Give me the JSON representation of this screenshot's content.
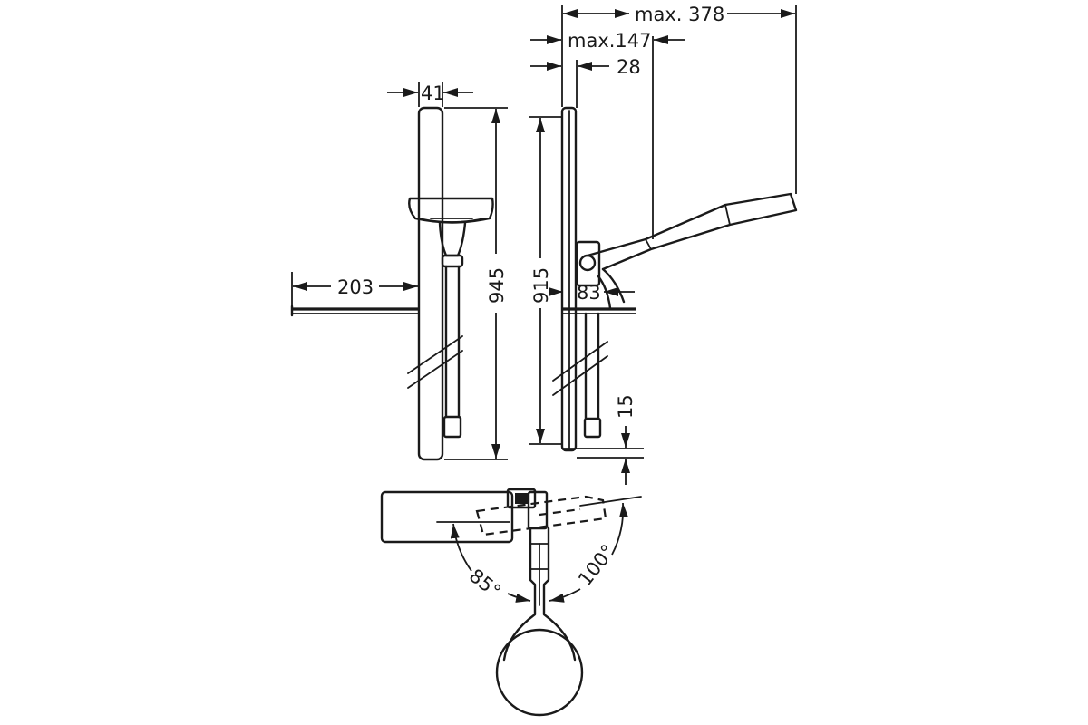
{
  "dimensions": {
    "max_reach": "max. 378",
    "max_head_offset": "max.147",
    "rail_offset": "28",
    "rail_width": "41",
    "rail_length": "945",
    "rail_hole_distance": "915",
    "shelf_width": "203",
    "holder_width": "83",
    "rail_bottom_offset": "15",
    "angle_left": "85°",
    "angle_right": "100°"
  }
}
